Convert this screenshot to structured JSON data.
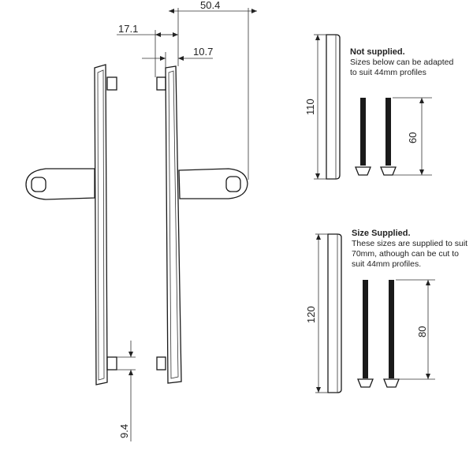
{
  "dimensions": {
    "overall_projection": "50.4",
    "plate_offset": "17.1",
    "plate_width": "10.7",
    "bottom_spacing": "9.4",
    "spindle_short_length": "110",
    "screw_short_length": "60",
    "spindle_long_length": "120",
    "screw_long_length": "80"
  },
  "notes": {
    "not_supplied": {
      "heading": "Not supplied.",
      "line1": "Sizes below can be adapted",
      "line2": "to suit 44mm profiles"
    },
    "size_supplied": {
      "heading": "Size Supplied.",
      "line1": "These sizes are supplied to suit",
      "line2": "70mm, athough can be cut to",
      "line3": "suit 44mm profiles."
    }
  },
  "colors": {
    "line": "#1a1a1a",
    "background": "#ffffff"
  }
}
